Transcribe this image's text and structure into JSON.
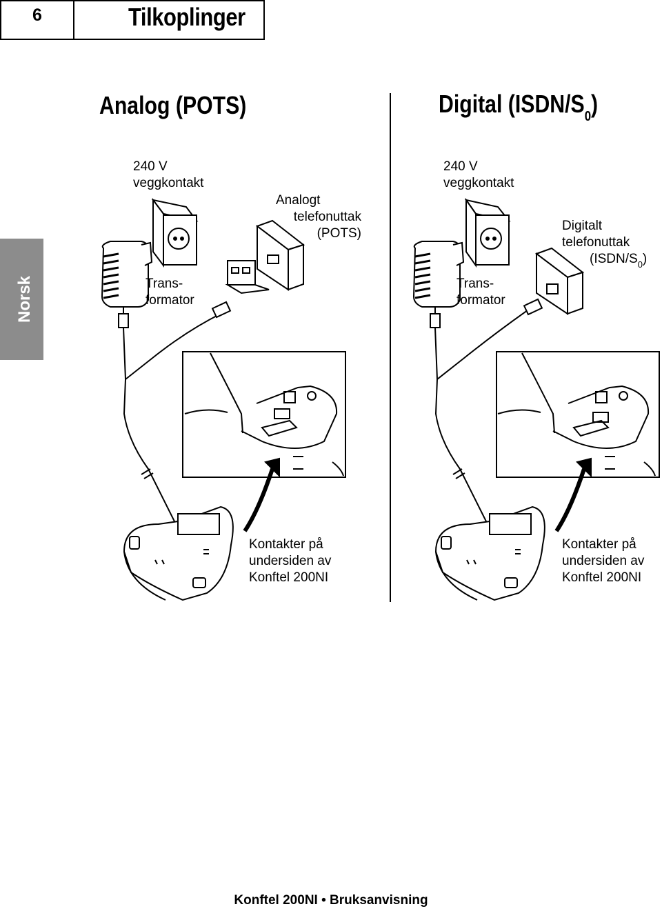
{
  "header": {
    "page_number": "6",
    "title": "Tilkoplinger"
  },
  "side_tab": {
    "language": "Norsk"
  },
  "analog": {
    "title": "Analog (POTS)",
    "wall_socket": [
      "240 V",
      "veggkontakt"
    ],
    "phone_jack": [
      "Analogt",
      "telefonuttak",
      "(POTS)"
    ],
    "transformer": [
      "Trans-",
      "formator"
    ],
    "connectors": [
      "Kontakter på",
      "undersiden av",
      "Konftel 200NI"
    ]
  },
  "digital": {
    "title": "Digital (ISDN/S",
    "title_sub": "0",
    "title_end": ")",
    "wall_socket": [
      "240 V",
      "veggkontakt"
    ],
    "phone_jack_1": "Digitalt",
    "phone_jack_2": "telefonuttak",
    "phone_jack_3": "(ISDN/S",
    "phone_jack_3_sub": "0",
    "phone_jack_3_end": ")",
    "transformer": [
      "Trans-",
      "formator"
    ],
    "connectors": [
      "Kontakter på",
      "undersiden av",
      "Konftel 200NI"
    ]
  },
  "footer": {
    "text": "Konftel 200NI • Bruksanvisning"
  }
}
